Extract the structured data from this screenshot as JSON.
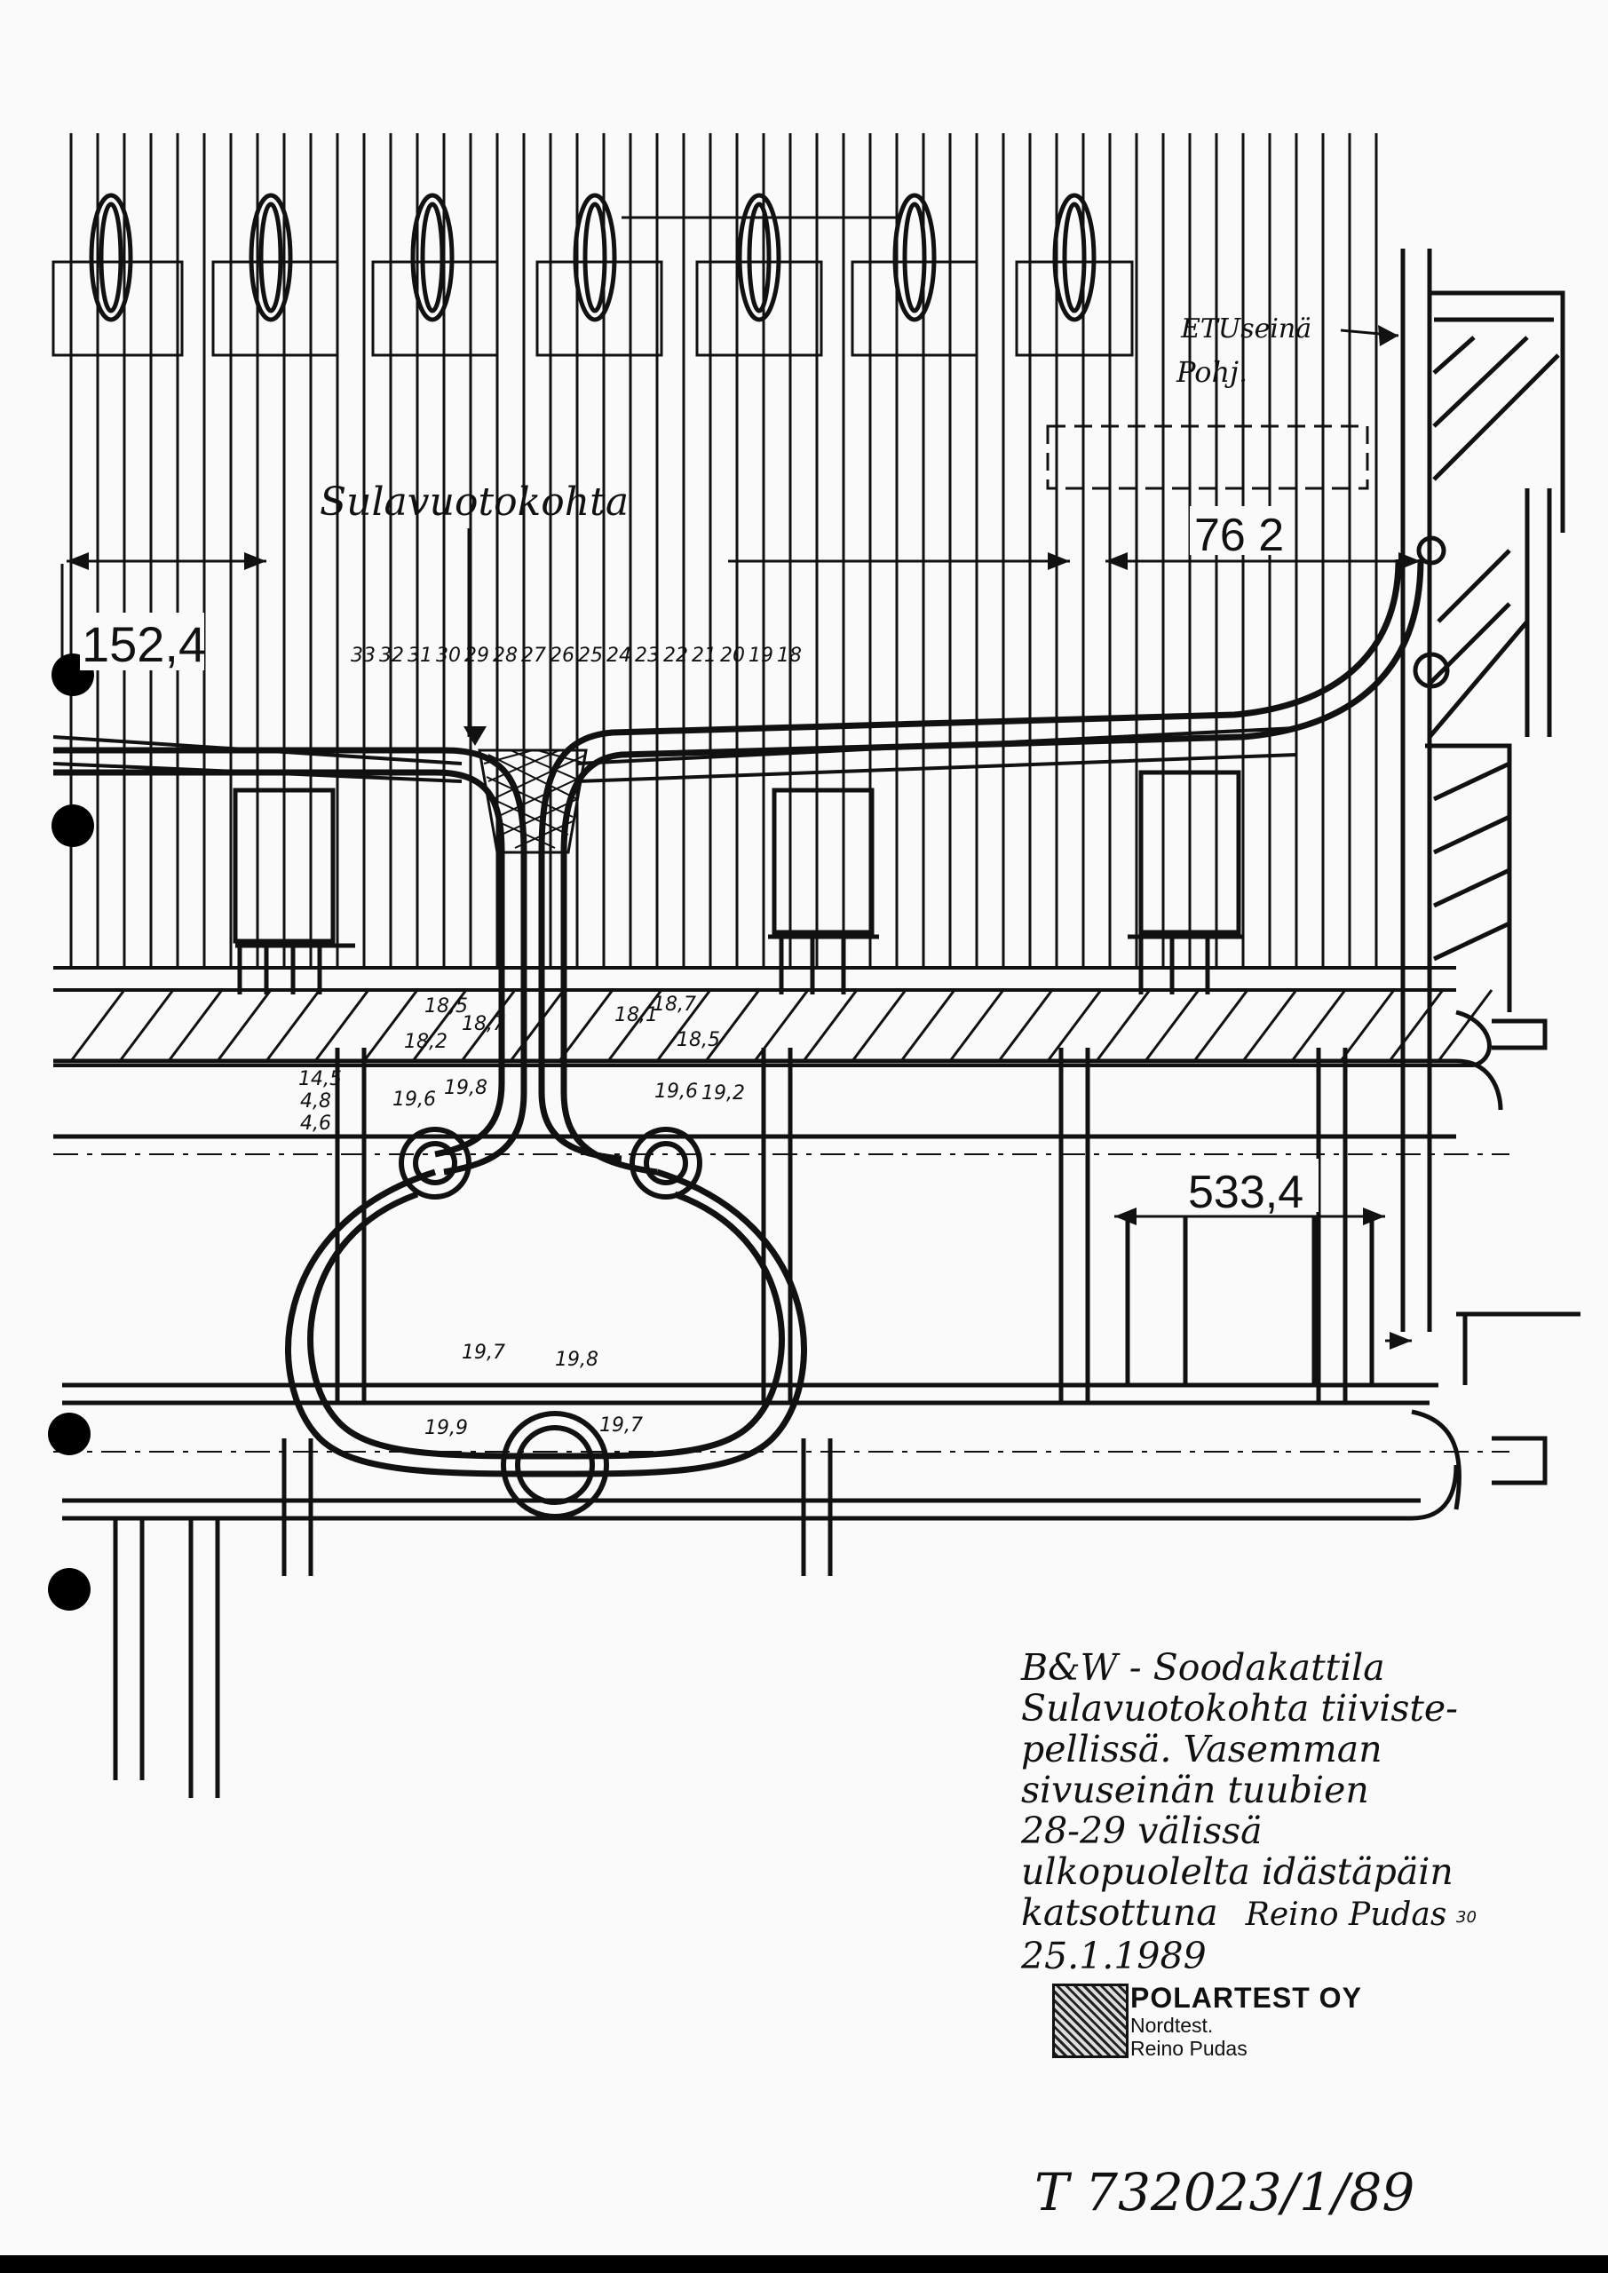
{
  "drawing": {
    "dimensions": {
      "left_width": "152,4",
      "right_width": "76 2",
      "header_spacing": "533,4"
    },
    "labels": {
      "leak_location": "Sulavuotokohta",
      "front_wall": "ETUseinä",
      "bottom": "Pohj."
    },
    "tube_numbers": [
      "33",
      "32",
      "31",
      "30",
      "29",
      "28",
      "27",
      "26",
      "25",
      "24",
      "23",
      "22",
      "21",
      "20",
      "19",
      "18"
    ],
    "thickness_readings": {
      "left_upper": [
        "18,5",
        "18,7",
        "18,2"
      ],
      "right_upper": [
        "18,1",
        "18,7",
        "18,5"
      ],
      "left_stack": [
        "14,5",
        "4,8",
        "4,6"
      ],
      "left_collar": [
        "19,8",
        "19,6"
      ],
      "right_collar": [
        "19,6",
        "19,2"
      ],
      "lower_header_top": [
        "19,7",
        "19,8"
      ],
      "lower_header_side": [
        "19,9",
        "19,7"
      ]
    }
  },
  "note": {
    "lines": [
      "B&W - Soodakattila",
      "Sulavuotokohta tiiviste-",
      "pellissä. Vasemman",
      "sivuseinän tuubien",
      "28-29 välissä",
      "ulkopuolelta idästäpäin",
      "katsottuna"
    ],
    "date": "25.1.1989",
    "signature": "Reino Pudas",
    "correction_mark": "30"
  },
  "stamp": {
    "company": "POLARTEST OY",
    "line1": "Nordtest.",
    "line2": "Reino Pudas"
  },
  "document_number": "T 732023/1/89"
}
